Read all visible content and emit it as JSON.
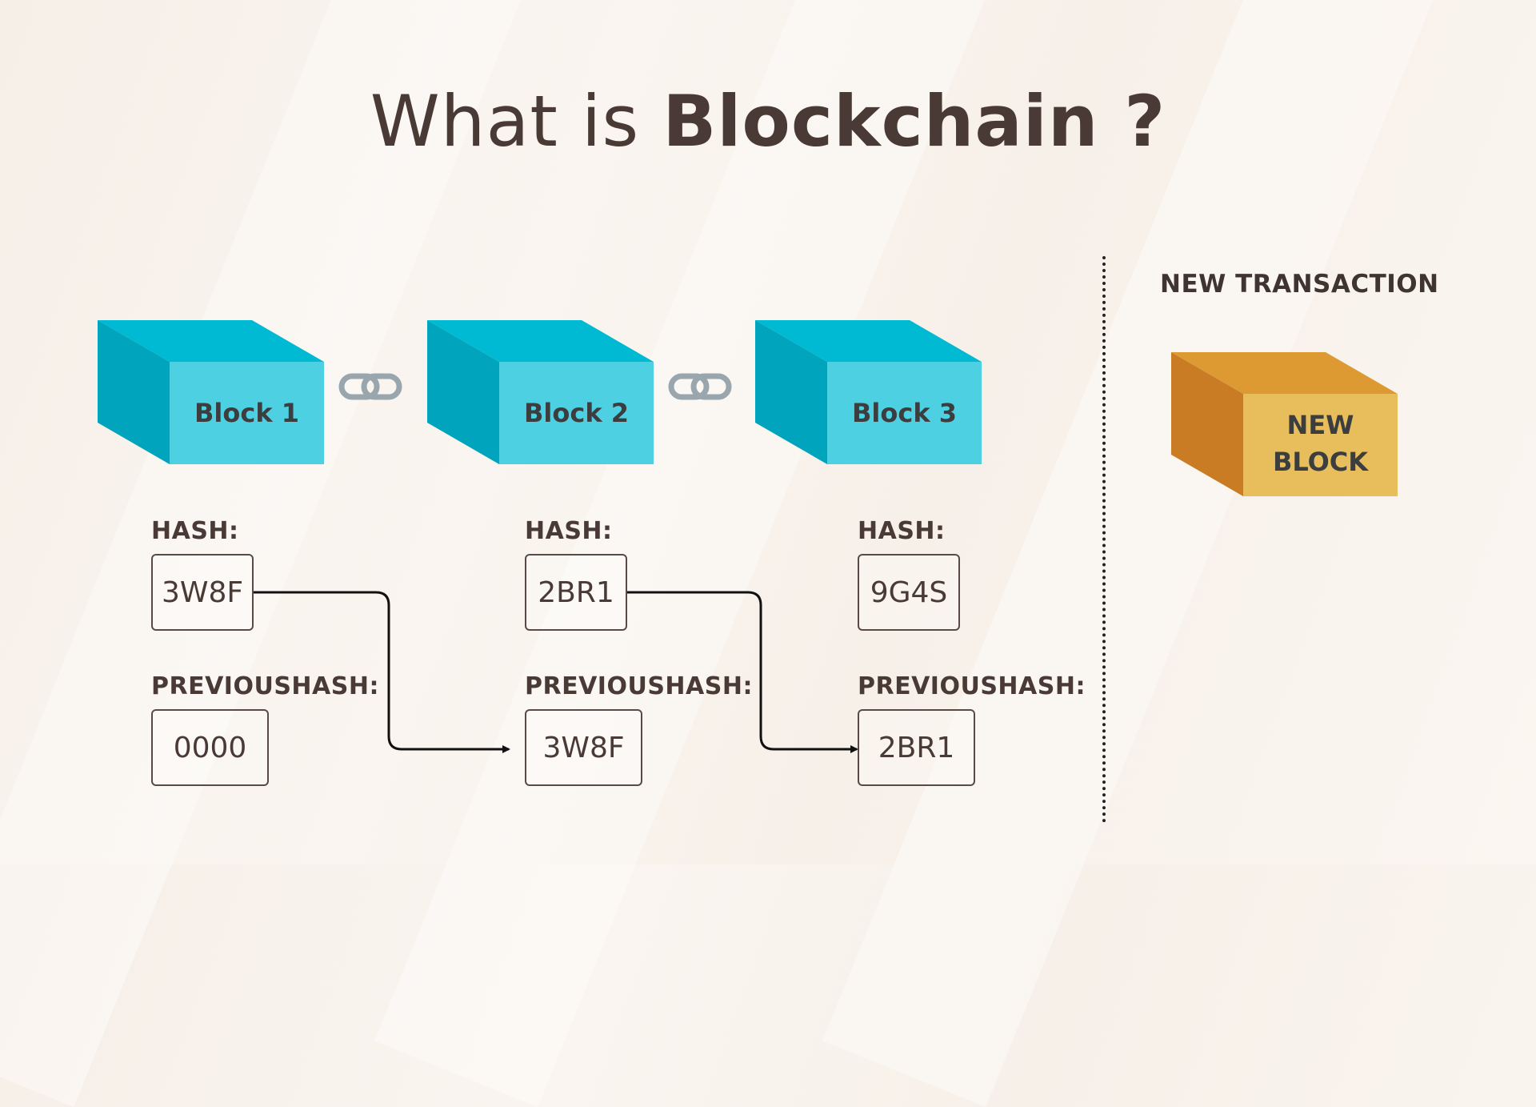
{
  "title": {
    "prefix": "What is ",
    "emphasis": "Blockchain ?"
  },
  "blocks": [
    {
      "label": "Block 1",
      "hash": "3W8F",
      "previous_hash": "0000"
    },
    {
      "label": "Block 2",
      "hash": "2BR1",
      "previous_hash": "3W8F"
    },
    {
      "label": "Block 3",
      "hash": "9G4S",
      "previous_hash": "2BR1"
    }
  ],
  "labels": {
    "hash": "HASH:",
    "previous_hash": "PREVIOUSHASH:"
  },
  "new_transaction": {
    "heading": "NEW TRANSACTION",
    "block_line1": "NEW",
    "block_line2": "BLOCK"
  },
  "colors": {
    "block_front": "#4ed0e3",
    "block_side": "#00a5bd",
    "block_top": "#00bad4",
    "new_front": "#e8be5c",
    "new_side": "#c97c24",
    "new_top": "#dd9a33",
    "text": "#4a3a35",
    "link": "#9aa6ad"
  },
  "icons": [
    "chain-link-icon",
    "arrow-right-icon"
  ]
}
